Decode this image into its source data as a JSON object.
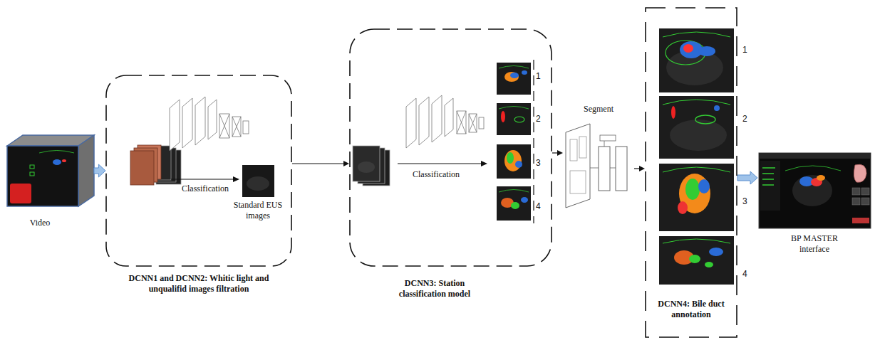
{
  "diagram": {
    "nodes": [
      {
        "text": [
          "Video"
        ]
      },
      {
        "text": [
          "DCNN1 and DCNN2: Whitic light and unqualifid images filtration"
        ]
      },
      {
        "text": [
          "DCNN3: Station classification model"
        ]
      },
      {
        "text": [
          "Segment"
        ]
      },
      {
        "text": [
          "DCNN4: Bile duct annotation"
        ]
      },
      {
        "text": [
          "BP MASTER interface"
        ]
      }
    ],
    "edges": [
      {
        "from": 0,
        "to": 1,
        "arrow": "to"
      },
      {
        "from": 1,
        "to": 2,
        "arrow": "to"
      },
      {
        "from": 2,
        "to": 3,
        "arrow": "to"
      },
      {
        "from": 3,
        "to": 4,
        "arrow": "to"
      },
      {
        "from": 4,
        "to": 5,
        "arrow": "to"
      }
    ],
    "labels": [
      "Classification",
      "Standard EUS images",
      "Classification",
      "1",
      "2",
      "3",
      "4",
      "1",
      "2",
      "3",
      "4"
    ]
  }
}
